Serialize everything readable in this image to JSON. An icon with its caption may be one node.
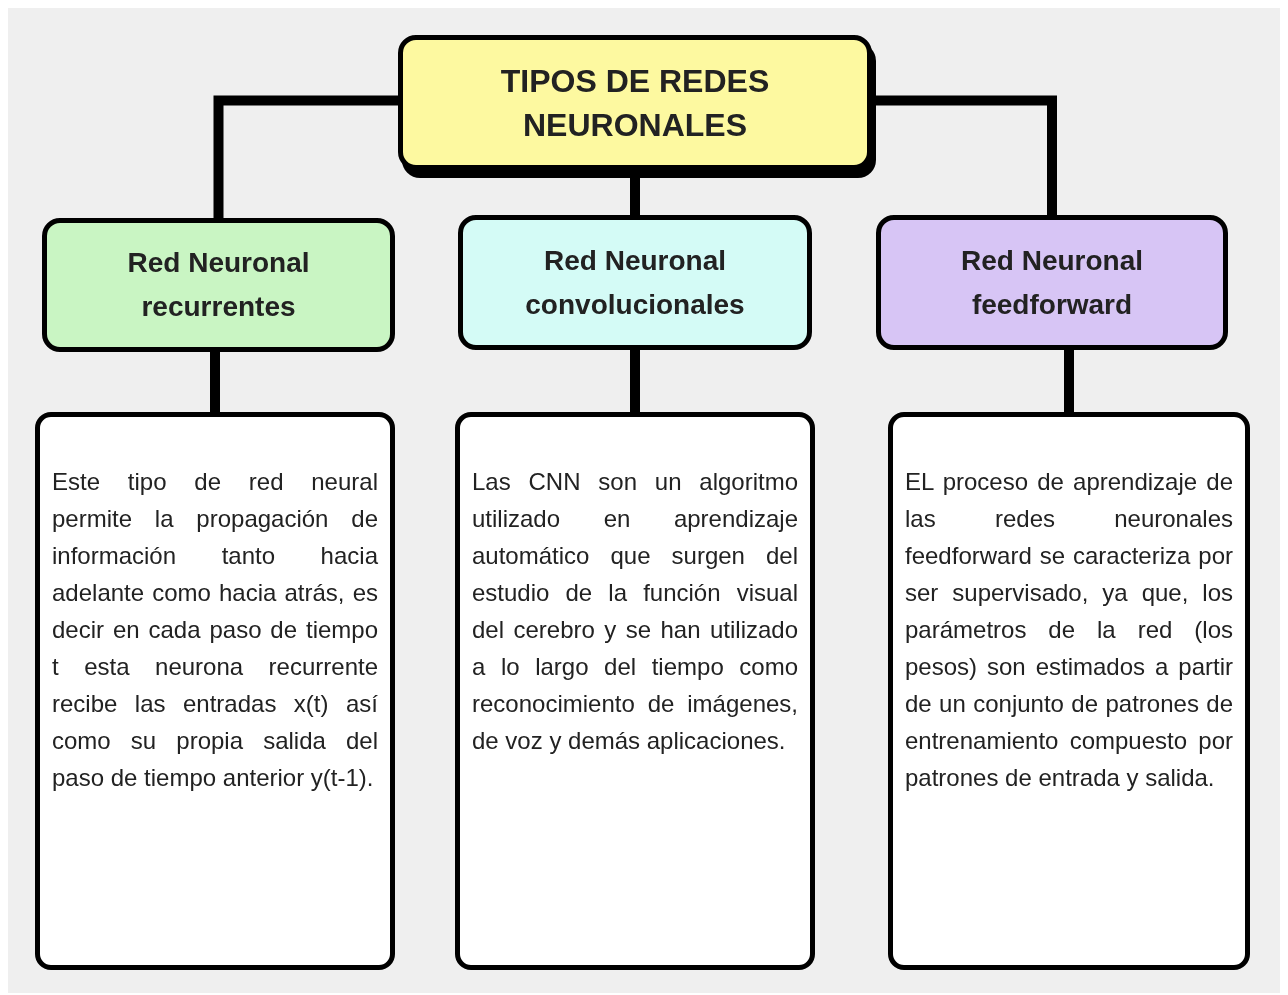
{
  "diagram": {
    "nodes": [
      {
        "text": [
          "TIPOS DE REDES NEURONALES"
        ]
      },
      {
        "text": [
          "Red Neuronal recurrentes"
        ]
      },
      {
        "text": [
          "Red Neuronal convolucionales"
        ]
      },
      {
        "text": [
          "Red Neuronal feedforward"
        ]
      },
      {
        "text": [
          "Este tipo de red neural permite la propagación de información tanto hacia adelante como hacia atrás, es decir en cada paso de tiempo t esta neurona recurrente recibe las entradas x(t) así como su propia salida del paso de tiempo anterior y(t-1)."
        ]
      },
      {
        "text": [
          "Las CNN son un algoritmo utilizado en aprendizaje automático que surgen del estudio de la función visual del cerebro y se han utilizado a lo largo del tiempo como reconocimiento de imágenes, de voz y demás aplicaciones."
        ]
      },
      {
        "text": [
          "EL proceso de aprendizaje de las redes neuronales feedforward se caracteriza por ser supervisado, ya que, los parámetros de la red (los pesos) son estimados a partir de un conjunto de patrones de entrenamiento compuesto por patrones de entrada y salida."
        ]
      }
    ],
    "edges": [
      {
        "from": 0,
        "to": 1,
        "arrow": "none"
      },
      {
        "from": 0,
        "to": 2,
        "arrow": "none"
      },
      {
        "from": 0,
        "to": 3,
        "arrow": "none"
      },
      {
        "from": 1,
        "to": 4,
        "arrow": "none"
      },
      {
        "from": 2,
        "to": 5,
        "arrow": "none"
      },
      {
        "from": 3,
        "to": 6,
        "arrow": "none"
      }
    ]
  }
}
